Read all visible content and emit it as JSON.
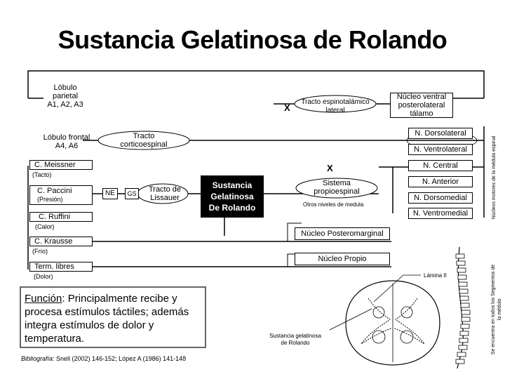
{
  "title": "Sustancia Gelatinosa de Rolando",
  "left": {
    "lobulo_parietal": [
      "Lóbulo",
      "parietal",
      "A1, A2, A3"
    ],
    "lobulo_frontal": [
      "Lóbulo frontal",
      "A4, A6"
    ],
    "meissner": "C. Meissner",
    "tacto": "(Tacto)",
    "paccini": "C. Paccini",
    "presion": "(Presión)",
    "ruffini": "C. Ruffini",
    "calor": "(Calor)",
    "krausse": "C. Krausse",
    "frio": "(Frío)",
    "term_libres": "Term. libres",
    "dolor": "(Dolor)"
  },
  "tracts": {
    "corticoespinal": [
      "Tracto",
      "corticoespinal"
    ],
    "espinotalamico": [
      "Tracto espinotalámico",
      "lateral"
    ],
    "lissauer": [
      "Tracto de",
      "Lissauer"
    ],
    "ne": "NE",
    "gs": "GS"
  },
  "center": {
    "sustancia": [
      "Sustancia",
      "Gelatinosa",
      "De Rolando"
    ],
    "sistema": [
      "Sistema",
      "propioespinal"
    ],
    "otros_niveles": "Otros niveles de medula",
    "x_mark": "X"
  },
  "right": {
    "nucleo_ventral": [
      "Núcleo ventral",
      "posterolateral",
      "tálamo"
    ],
    "nuclei": [
      "N. Dorsolateral",
      "N. Ventrolateral",
      "N. Central",
      "N. Anterior",
      "N. Dorsomedial",
      "N. Ventromedial"
    ],
    "vertical_label": "Núcleos motores de la médula espinal",
    "posteromarginal": "Núcleo Posteromarginal",
    "propio": "Núcleo Propio",
    "lamina": "Lámina II",
    "sg_label": [
      "Sustancia gelatinosa",
      "de Rolando"
    ],
    "spine_label": [
      "Se encuentra en todos los Segmentos de",
      "la médula"
    ]
  },
  "funcion": {
    "label": "Función",
    "text": ": Principalmente recibe y procesa estímulos táctiles; además integra estímulos de dolor y temperatura."
  },
  "bibliografia": {
    "label": "Bibliografía",
    "text": ": Snell (2002) 146-152; López A (1986) 141-148"
  }
}
